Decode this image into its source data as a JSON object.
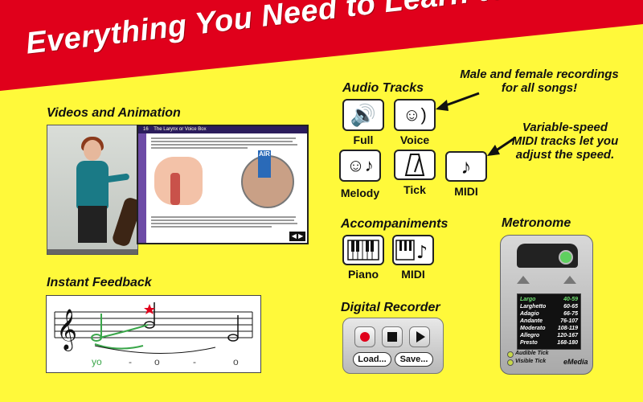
{
  "headline": "Everything You Need to Learn to Sing!",
  "colors": {
    "banner_red": "#e0001b",
    "background_yellow": "#fff93a",
    "note_green": "#3aa64a",
    "arrow_red": "#e0001b"
  },
  "sections": {
    "videos": "Videos and Animation",
    "feedback": "Instant Feedback",
    "audio_tracks": "Audio Tracks",
    "accompaniments": "Accompaniments",
    "recorder": "Digital Recorder",
    "metronome": "Metronome"
  },
  "callouts": {
    "male_female": "Male and female recordings for all songs!",
    "variable_speed": "Variable-speed MIDI tracks let you adjust the speed."
  },
  "audio_tracks": [
    {
      "label": "Full",
      "icon": "speaker-icon"
    },
    {
      "label": "Voice",
      "icon": "singing-face-icon"
    },
    {
      "label": "Melody",
      "icon": "face-note-icon"
    },
    {
      "label": "Tick",
      "icon": "metronome-icon"
    },
    {
      "label": "MIDI",
      "icon": "note-icon"
    }
  ],
  "accompaniments": [
    {
      "label": "Piano",
      "icon": "keyboard-icon"
    },
    {
      "label": "MIDI",
      "icon": "keyboard-note-icon"
    }
  ],
  "ebook": {
    "chapter": "16",
    "title": "The Larynx or Voice Box",
    "air_label": "AIR"
  },
  "feedback": {
    "syllables": [
      "yo",
      "-",
      "o",
      "-",
      "o"
    ]
  },
  "recorder": {
    "load": "Load...",
    "save": "Save..."
  },
  "metronome": {
    "tempos": [
      {
        "name": "Largo",
        "range": "40-59"
      },
      {
        "name": "Larghetto",
        "range": "60-65"
      },
      {
        "name": "Adagio",
        "range": "66-75"
      },
      {
        "name": "Andante",
        "range": "76-107"
      },
      {
        "name": "Moderato",
        "range": "108-119"
      },
      {
        "name": "Allegro",
        "range": "120-167"
      },
      {
        "name": "Presto",
        "range": "168-180"
      }
    ],
    "audible_tick": "Audible Tick",
    "visible_tick": "Visible Tick",
    "brand": "eMedia"
  }
}
